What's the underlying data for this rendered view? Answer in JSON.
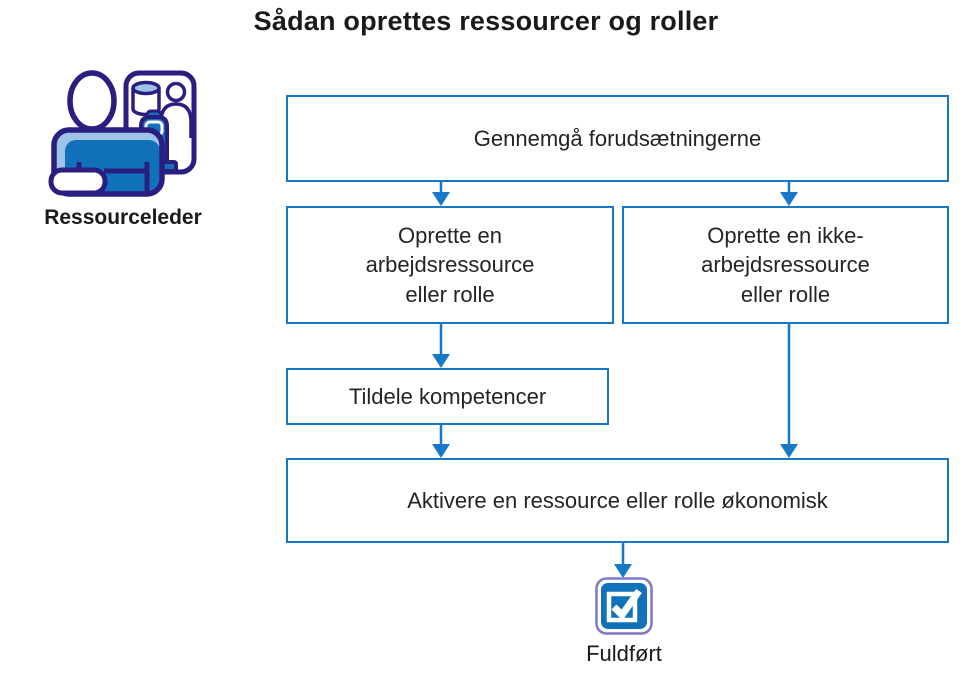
{
  "title": "Sådan oprettes ressourcer og roller",
  "actor": {
    "label": "Ressourceleder",
    "icon": "resource-manager-icon"
  },
  "flow": {
    "step_prerequisites": "Gennemgå forudsætningerne",
    "step_work_resource": "Oprette en\narbejdsressource\neller rolle",
    "step_nonwork_resource": "Oprette en ikke-\narbejdsressource\neller rolle",
    "step_competencies": "Tildele kompetencer",
    "step_activate": "Aktivere en ressource eller rolle økonomisk",
    "completed_label": "Fuldført",
    "completed_icon": "checkbox-checked-icon"
  },
  "colors": {
    "flow_blue": "#1777C8",
    "icon_navy": "#2A1E80",
    "icon_blue": "#1171BA",
    "icon_light_blue": "#9DC3E6",
    "checkbox_purple": "#8079C7",
    "text": "#242424"
  }
}
